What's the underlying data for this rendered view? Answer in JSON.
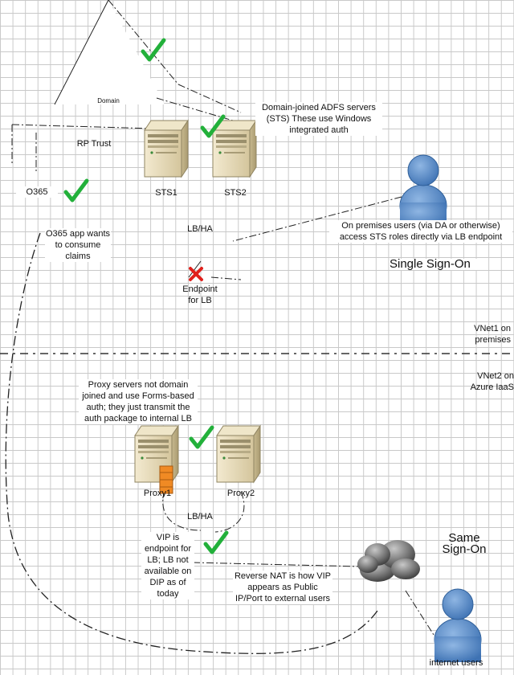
{
  "labels": {
    "domain": "Domain",
    "rp_trust": "RP Trust",
    "o365": "O365",
    "sts1": "STS1",
    "sts2": "STS2",
    "adfs_note": "Domain-joined ADFS servers (STS) These use Windows integrated auth",
    "lb_ha_top": "LB/HA",
    "onprem_users": "On premises users (via DA or otherwise) access STS roles directly via LB endpoint",
    "o365_app": "O365 app wants to consume claims",
    "single_sign_on": "Single Sign-On",
    "endpoint_lb": "Endpoint for LB",
    "vnet1": "VNet1 on premises",
    "vnet2": "VNet2 on Azure IaaS",
    "proxy_note": "Proxy servers not domain joined and use Forms-based auth; they just transmit the auth package to internal LB",
    "proxy1": "Proxy1",
    "proxy2": "Proxy2",
    "lb_ha_bottom": "LB/HA",
    "same_sign_on": "Same Sign-On",
    "vip_note": "VIP is endpoint for LB; LB not available on DIP as of today",
    "reverse_nat": "Reverse NAT is how VIP appears as Public IP/Port to external users",
    "internet_users": "internet users"
  },
  "icons": {
    "server": "server-tower-icon",
    "user": "user-person-icon",
    "cloud": "internet-cloud-icon",
    "check": "green-checkmark-icon",
    "cross": "red-x-icon"
  },
  "colors": {
    "check": "#22b03a",
    "cross": "#e0201b",
    "user": "#4f86c6",
    "server": "#e6d9b5",
    "firewall": "#f08a24",
    "cloud": "#555555",
    "grid": "#c9c9c9"
  }
}
